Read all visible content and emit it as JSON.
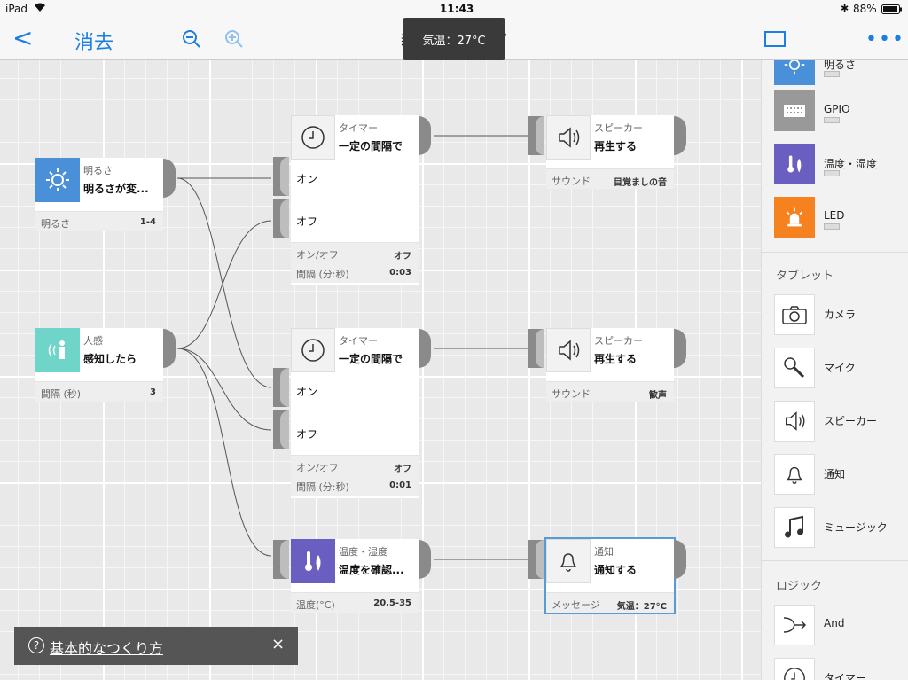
{
  "status": {
    "device": "iPad",
    "time": "11:43",
    "battery": "88%"
  },
  "nav": {
    "back": "<",
    "clear": "消去",
    "title_left": "新",
    "title_right": "ピ"
  },
  "toast": {
    "text": "気温：27°C"
  },
  "help": {
    "q": "?",
    "text": "基本的なつくり方",
    "close": "×"
  },
  "cards": {
    "brightness": {
      "category": "明るさ",
      "action": "明るさが変...",
      "param_label": "明るさ",
      "param_value": "1-4"
    },
    "motion": {
      "category": "人感",
      "action": "感知したら",
      "param_label": "間隔 (秒)",
      "param_value": "3"
    },
    "timer1": {
      "category": "タイマー",
      "action": "一定の間隔で",
      "port_on": "オン",
      "port_off": "オフ",
      "onoff_label": "オン/オフ",
      "onoff_value": "オフ",
      "interval_label": "間隔 (分:秒)",
      "interval_value": "0:03"
    },
    "timer2": {
      "category": "タイマー",
      "action": "一定の間隔で",
      "port_on": "オン",
      "port_off": "オフ",
      "onoff_label": "オン/オフ",
      "onoff_value": "オフ",
      "interval_label": "間隔 (分:秒)",
      "interval_value": "0:01"
    },
    "speaker1": {
      "category": "スピーカー",
      "action": "再生する",
      "param_label": "サウンド",
      "param_value": "目覚ましの音"
    },
    "speaker2": {
      "category": "スピーカー",
      "action": "再生する",
      "param_label": "サウンド",
      "param_value": "歓声"
    },
    "temp": {
      "category": "温度・湿度",
      "action": "温度を確認...",
      "param_label": "温度(°C)",
      "param_value": "20.5-35"
    },
    "notify": {
      "category": "通知",
      "action": "通知する",
      "param_label": "メッセージ",
      "param_value": "気温：27°C"
    }
  },
  "sidebar": {
    "items": [
      {
        "label": "明るさ",
        "icon": "sun-icon",
        "color": "#4a90d9"
      },
      {
        "label": "GPIO",
        "icon": "gpio-icon",
        "color": "#999999"
      },
      {
        "label": "温度・湿度",
        "icon": "thermometer-icon",
        "color": "#6a5fc1"
      },
      {
        "label": "LED",
        "icon": "led-icon",
        "color": "#f5821f"
      }
    ],
    "tablet_header": "タブレット",
    "tablet_items": [
      {
        "label": "カメラ",
        "icon": "camera-icon"
      },
      {
        "label": "マイク",
        "icon": "microphone-icon"
      },
      {
        "label": "スピーカー",
        "icon": "speaker-icon"
      },
      {
        "label": "通知",
        "icon": "bell-icon"
      },
      {
        "label": "ミュージック",
        "icon": "music-icon"
      }
    ],
    "logic_header": "ロジック",
    "logic_items": [
      {
        "label": "And",
        "icon": "and-icon"
      },
      {
        "label": "タイマー",
        "icon": "timer-icon"
      }
    ]
  },
  "colors": {
    "accent": "#1a7fe0",
    "brightness": "#4a90d9",
    "motion": "#6fd5c8",
    "temp": "#6a5fc1",
    "led": "#f5821f",
    "notify_border": "#5b9bd5"
  }
}
